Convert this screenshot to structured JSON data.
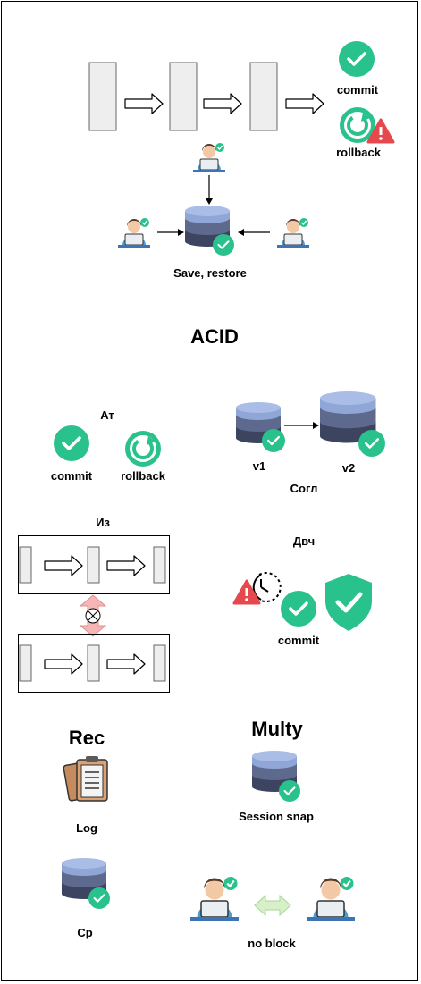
{
  "top_flow": {
    "commit_label": "commit",
    "rollback_label": "rollback"
  },
  "save_restore": {
    "label": "Save, restore"
  },
  "heading": "ACID",
  "atomicity": {
    "title": "Ат",
    "commit_label": "commit",
    "rollback_label": "rollback"
  },
  "consistency": {
    "v1_label": "v1",
    "v2_label": "v2",
    "title": "Согл"
  },
  "isolation": {
    "title": "Из"
  },
  "durability": {
    "title": "Двч",
    "commit_label": "commit"
  },
  "recovery": {
    "title": "Rec",
    "log_label": "Log",
    "db_label": "Cp"
  },
  "multi": {
    "title": "Multy",
    "snapshot_label": "Session snap",
    "no_block_label": "no block"
  },
  "colors": {
    "success_green": "#2ac28c",
    "warning_red": "#e5484d",
    "db_top": "#8fa6d6",
    "db_mid": "#5d6a8e",
    "db_bottom": "#3c4460",
    "block_fill": "#eeeeee",
    "pink_arrow": "#f7b6b6",
    "green_arrow": "#d7f0c9"
  }
}
